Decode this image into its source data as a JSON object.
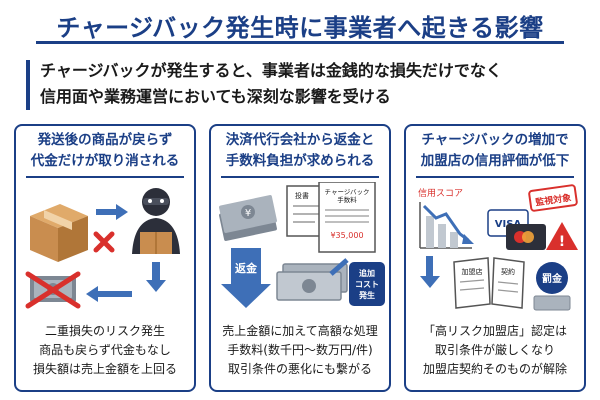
{
  "title": "チャージバック発生時に事業者へ起きる影響",
  "lead": {
    "line1": "チャージバックが発生すると、事業者は金銭的な損失だけでなく",
    "line2": "信用面や業務運営においても深刻な影響を受ける"
  },
  "panels": [
    {
      "head1": "発送後の商品が戻らず",
      "head2": "代金だけが取り消される",
      "foot": [
        "二重損失のリスク発生",
        "商品も戻らず代金もなし",
        "損失額は売上金額を上回る"
      ]
    },
    {
      "head1": "決済代行会社から返金と",
      "head2": "手数料負担が求められる",
      "labels": {
        "invoice_tag": "投書",
        "doc_title1": "チャージバック",
        "doc_title2": "手数料",
        "doc_amount": "¥35,000",
        "refund": "返金",
        "extra1": "追加",
        "extra2": "コスト",
        "extra3": "発生"
      },
      "foot": [
        "売上金額に加えて高額な処理",
        "手数料(数千円〜数万円/件)",
        "取引条件の悪化にも繋がる"
      ]
    },
    {
      "head1": "チャージバックの増加で",
      "head2": "加盟店の信用評価が低下",
      "labels": {
        "credit_score": "信用スコア",
        "monitor": "監視対象",
        "visa": "VISA",
        "member_store": "加盟店",
        "contract": "契約",
        "fine": "罰金"
      },
      "foot": [
        "「高リスク加盟店」認定は",
        "取引条件が厳しくなり",
        "加盟店契約そのものが解除"
      ]
    }
  ],
  "colors": {
    "navy": "#1b3f86",
    "accent_red": "#d9302c",
    "box_brown": "#c98d4f",
    "money_gray": "#7d8793",
    "arrow_blue": "#3e6fb7"
  }
}
